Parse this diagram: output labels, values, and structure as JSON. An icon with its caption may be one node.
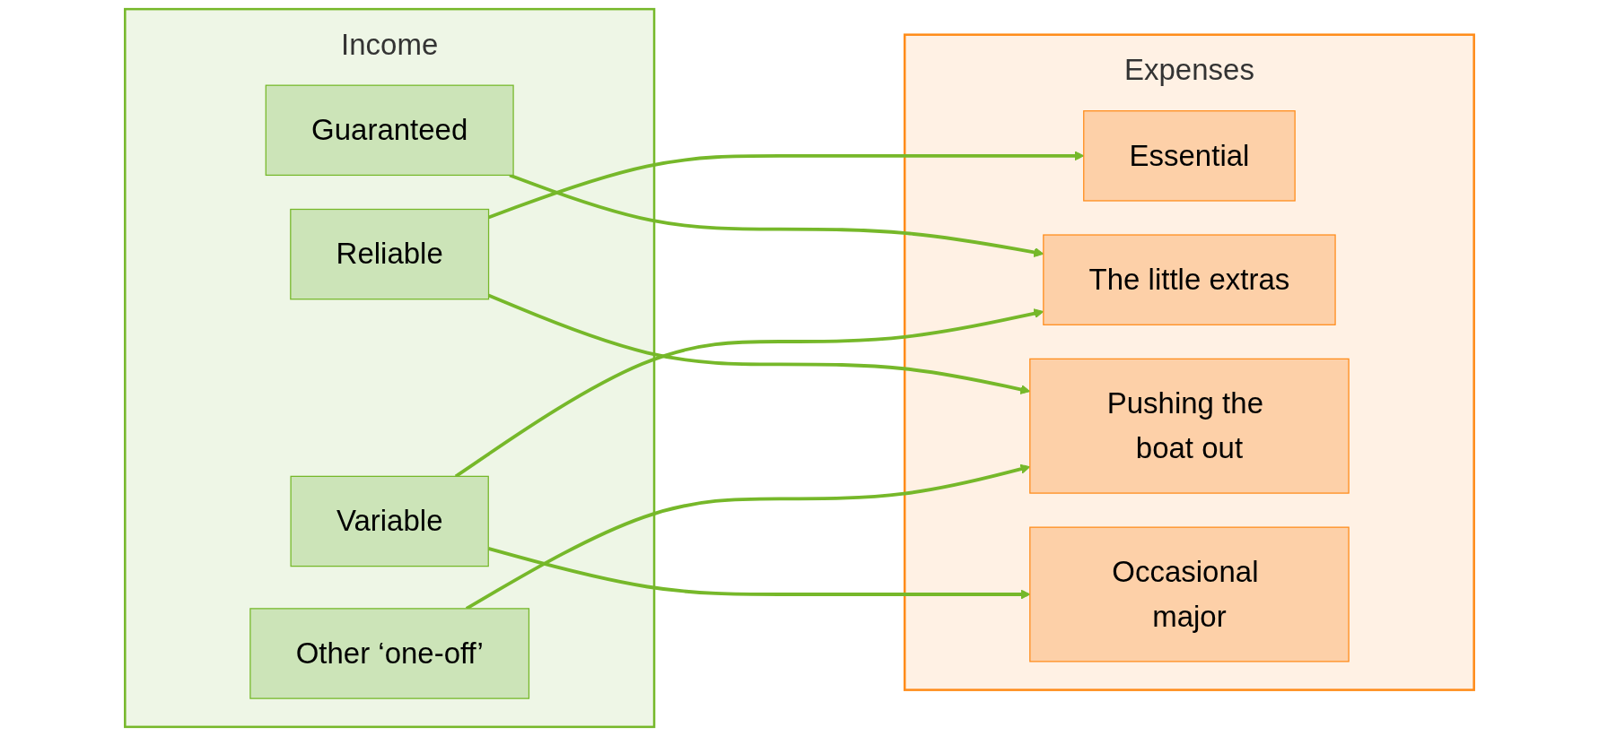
{
  "diagram": {
    "nodes": [
      {
        "text": [
          "Income"
        ]
      },
      {
        "text": [
          "Guaranteed"
        ],
        "in": 0
      },
      {
        "text": [
          "Reliable"
        ],
        "in": 0
      },
      {
        "text": [
          "Variable"
        ],
        "in": 0
      },
      {
        "text": [
          "Other ‘one-off’"
        ],
        "in": 0
      },
      {
        "text": [
          "Expenses"
        ]
      },
      {
        "text": [
          "Essential"
        ],
        "in": 5
      },
      {
        "text": [
          "The little extras"
        ],
        "in": 5
      },
      {
        "text": [
          "Pushing the boat out"
        ],
        "in": 5
      },
      {
        "text": [
          "Occasional major"
        ],
        "in": 5
      }
    ],
    "edges": [
      {
        "from": 1,
        "to": 7,
        "arrow": "to"
      },
      {
        "from": 2,
        "to": 6,
        "arrow": "to"
      },
      {
        "from": 2,
        "to": 8,
        "arrow": "to"
      },
      {
        "from": 3,
        "to": 7,
        "arrow": "to"
      },
      {
        "from": 3,
        "to": 9,
        "arrow": "to"
      },
      {
        "from": 4,
        "to": 8,
        "arrow": "to"
      }
    ]
  }
}
